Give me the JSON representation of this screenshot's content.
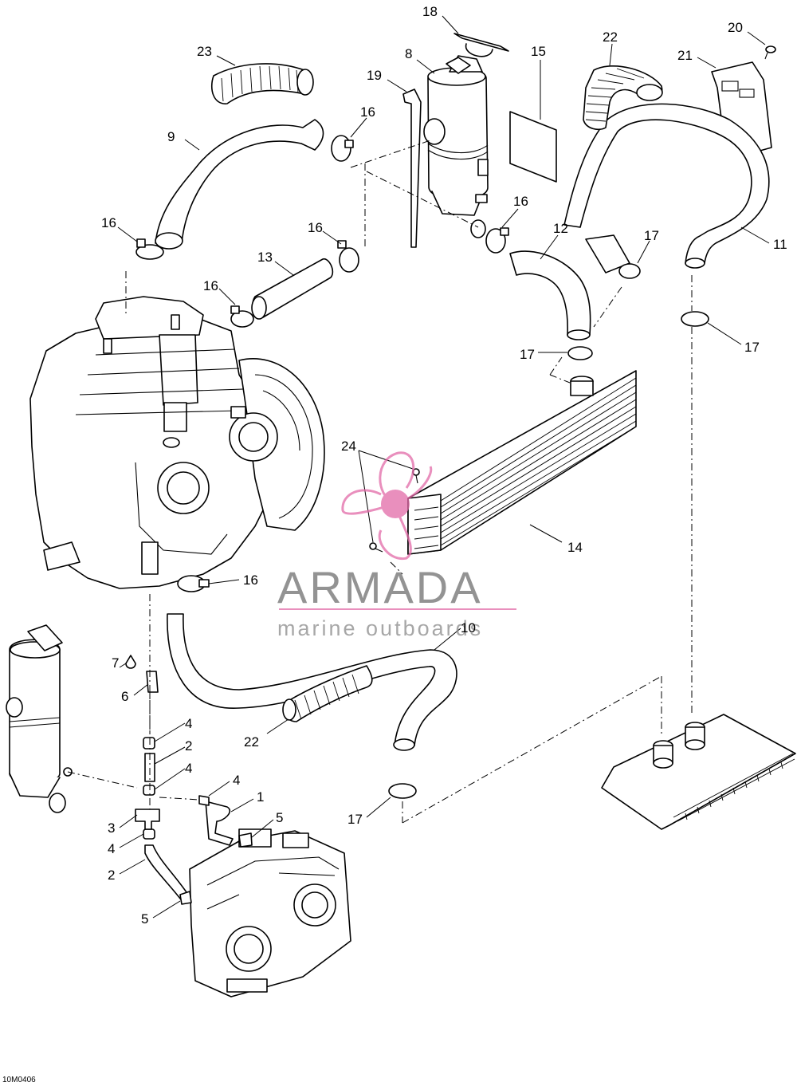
{
  "watermark": {
    "name": "ARMADA",
    "tagline": "marine outboards",
    "accent_color": "#e26aa8",
    "text_color": "#707070"
  },
  "drawing_code": "10M0406",
  "callouts": {
    "c1": "1",
    "c2a": "2",
    "c2b": "2",
    "c3": "3",
    "c4a": "4",
    "c4b": "4",
    "c4c": "4",
    "c4d": "4",
    "c5a": "5",
    "c5b": "5",
    "c6": "6",
    "c7": "7",
    "c8": "8",
    "c9": "9",
    "c10": "10",
    "c11": "11",
    "c12": "12",
    "c13": "13",
    "c14": "14",
    "c15": "15",
    "c16a": "16",
    "c16b": "16",
    "c16c": "16",
    "c16d": "16",
    "c16e": "16",
    "c16f": "16",
    "c17a": "17",
    "c17b": "17",
    "c17c": "17",
    "c17d": "17",
    "c18": "18",
    "c19": "19",
    "c20": "20",
    "c21": "21",
    "c22a": "22",
    "c22b": "22",
    "c23": "23",
    "c24": "24"
  }
}
